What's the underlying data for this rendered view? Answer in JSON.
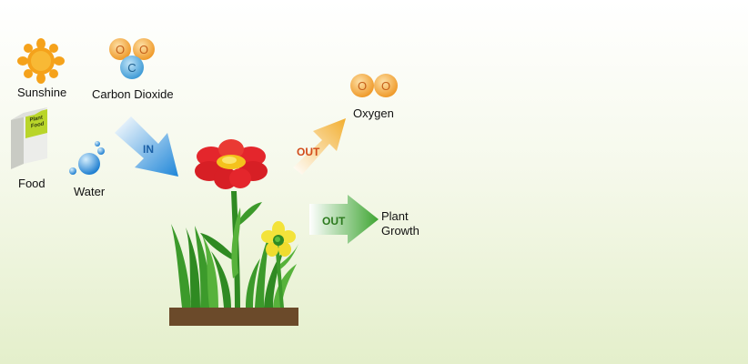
{
  "inputs": {
    "sunshine": "Sunshine",
    "carbon_dioxide": "Carbon Dioxide",
    "carbon_dioxide_atoms": {
      "oxygen_letter": "O",
      "carbon_letter": "C"
    },
    "food": "Food",
    "food_box_text": "Plant\nFood",
    "water": "Water"
  },
  "arrows": {
    "in": "IN",
    "out_oxygen": "OUT",
    "out_growth": "OUT"
  },
  "outputs": {
    "oxygen": "Oxygen",
    "oxygen_atoms": {
      "oxygen_letter": "O"
    },
    "plant_growth_line1": "Plant",
    "plant_growth_line2": "Growth"
  },
  "colors": {
    "sun": "#f5a21b",
    "oxygen_atom": "#f4a93a",
    "carbon_atom": "#5aaee0",
    "in_arrow": "#2f8fd6",
    "out_arrow_oxygen": "#f2b23a",
    "out_arrow_growth": "#4fae3b",
    "soil": "#6b4a2a",
    "flower_red": "#e4262c",
    "flower_yellow": "#f3e33a"
  }
}
